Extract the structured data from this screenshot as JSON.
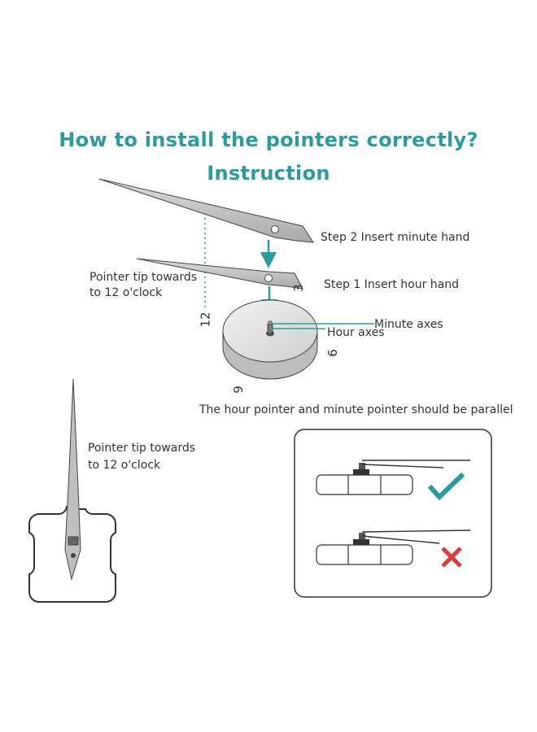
{
  "title": "How to install the pointers correctly?",
  "subtitle": "Instruction",
  "labels": {
    "step2": "Step 2 Insert minute hand",
    "step1": "Step 1 Insert hour hand",
    "pointer_tip_top": "Pointer tip towards\nto 12 o'clock",
    "minute_axes": "Minute axes",
    "hour_axes": "Hour axes",
    "parallel_note": "The hour pointer and minute pointer should be parallel",
    "pointer_tip_bottom": "Pointer tip towards\nto 12 o'clock"
  },
  "dial_numbers": {
    "n12": "12",
    "n3": "3",
    "n6": "6",
    "n9": "9"
  },
  "colors": {
    "accent": "#2e9b9b",
    "check": "#2e9b9b",
    "cross": "#e0393e",
    "hand": "#bfbfbf",
    "movement": "#e6e6e6"
  },
  "icons": {
    "correct": "check-icon",
    "wrong": "cross-icon"
  }
}
